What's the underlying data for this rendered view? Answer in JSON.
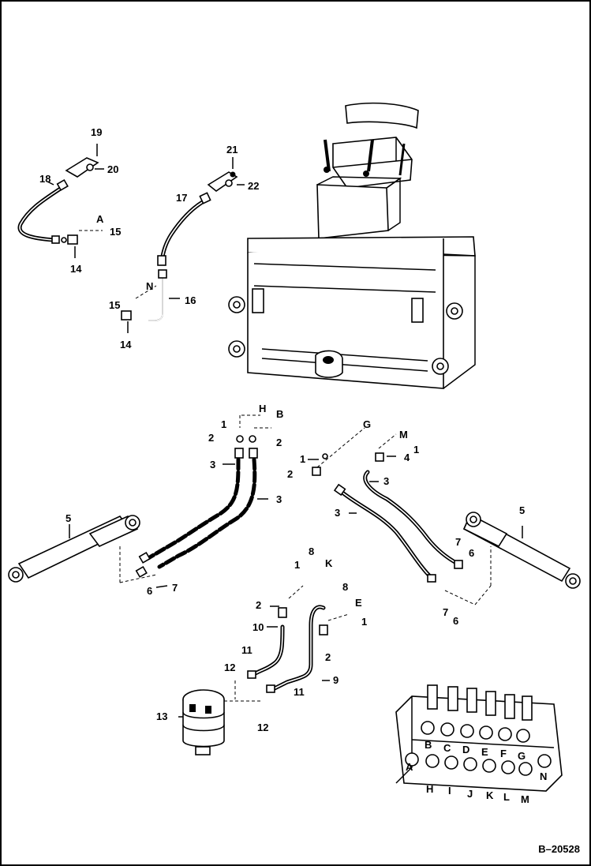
{
  "figure_id": "B–20528",
  "callouts": [
    {
      "text": "19"
    },
    {
      "text": "20"
    },
    {
      "text": "18"
    },
    {
      "text": "A"
    },
    {
      "text": "15"
    },
    {
      "text": "14"
    },
    {
      "text": "21"
    },
    {
      "text": "22"
    },
    {
      "text": "17"
    },
    {
      "text": "N"
    },
    {
      "text": "15"
    },
    {
      "text": "16"
    },
    {
      "text": "14"
    },
    {
      "text": "1"
    },
    {
      "text": "H"
    },
    {
      "text": "B"
    },
    {
      "text": "2"
    },
    {
      "text": "2"
    },
    {
      "text": "3"
    },
    {
      "text": "3"
    },
    {
      "text": "G"
    },
    {
      "text": "M"
    },
    {
      "text": "1"
    },
    {
      "text": "4"
    },
    {
      "text": "1"
    },
    {
      "text": "2"
    },
    {
      "text": "3"
    },
    {
      "text": "3"
    },
    {
      "text": "5"
    },
    {
      "text": "6"
    },
    {
      "text": "7"
    },
    {
      "text": "5"
    },
    {
      "text": "7"
    },
    {
      "text": "6"
    },
    {
      "text": "7"
    },
    {
      "text": "6"
    },
    {
      "text": "8"
    },
    {
      "text": "1"
    },
    {
      "text": "K"
    },
    {
      "text": "8"
    },
    {
      "text": "2"
    },
    {
      "text": "E"
    },
    {
      "text": "1"
    },
    {
      "text": "10"
    },
    {
      "text": "2"
    },
    {
      "text": "11"
    },
    {
      "text": "12"
    },
    {
      "text": "9"
    },
    {
      "text": "11"
    },
    {
      "text": "13"
    },
    {
      "text": "12"
    },
    {
      "text": "B"
    },
    {
      "text": "C"
    },
    {
      "text": "D"
    },
    {
      "text": "E"
    },
    {
      "text": "F"
    },
    {
      "text": "G"
    },
    {
      "text": "A"
    },
    {
      "text": "H"
    },
    {
      "text": "I"
    },
    {
      "text": "J"
    },
    {
      "text": "K"
    },
    {
      "text": "L"
    },
    {
      "text": "M"
    },
    {
      "text": "N"
    }
  ]
}
